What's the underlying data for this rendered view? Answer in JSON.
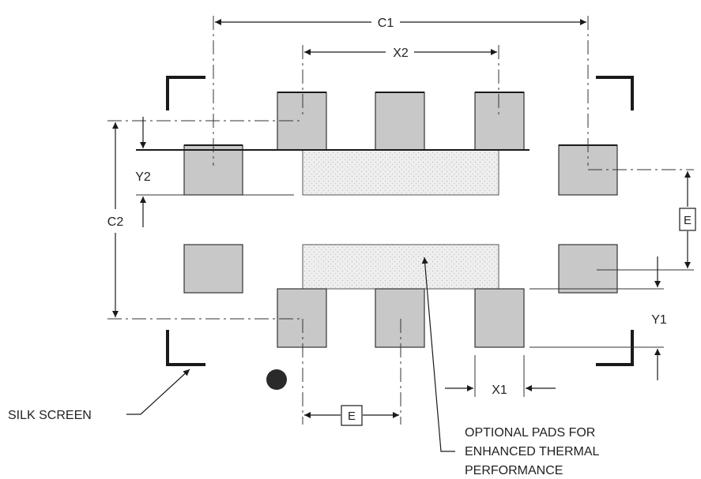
{
  "labels": {
    "c1": "C1",
    "x2": "X2",
    "c2": "C2",
    "y2": "Y2",
    "y1": "Y1",
    "x1": "X1",
    "e_right": "E",
    "e_bottom": "E",
    "silk_screen": "SILK SCREEN",
    "optional_line1": "OPTIONAL PADS FOR",
    "optional_line2": "ENHANCED THERMAL",
    "optional_line3": "PERFORMANCE"
  },
  "colors": {
    "pad": "#c8c8c8",
    "thermal_pad": "#ececec",
    "line": "#1a1a1a",
    "pin1_dot": "#2a2a2a"
  }
}
